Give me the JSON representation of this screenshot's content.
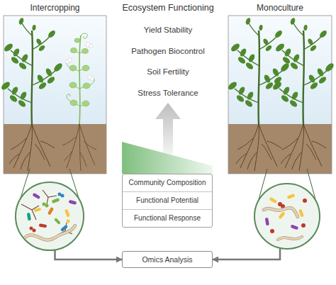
{
  "diagram": {
    "title": "Ecosystem Functioning",
    "nodes": [
      {
        "text": [
          "Intercropping"
        ]
      },
      {
        "text": [
          "Monoculture"
        ]
      },
      {
        "text": [
          "Community Composition",
          "Functional Potential",
          "Functional Response"
        ]
      },
      {
        "text": [
          "Omics Analysis"
        ]
      }
    ],
    "edges": [
      {
        "from": 0,
        "to": 3,
        "arrow": "to"
      },
      {
        "from": 1,
        "to": 3,
        "arrow": "to"
      }
    ],
    "labels": [
      "Yield Stability",
      "Pathogen Biocontrol",
      "Soil Fertility",
      "Stress Tolerance"
    ]
  }
}
